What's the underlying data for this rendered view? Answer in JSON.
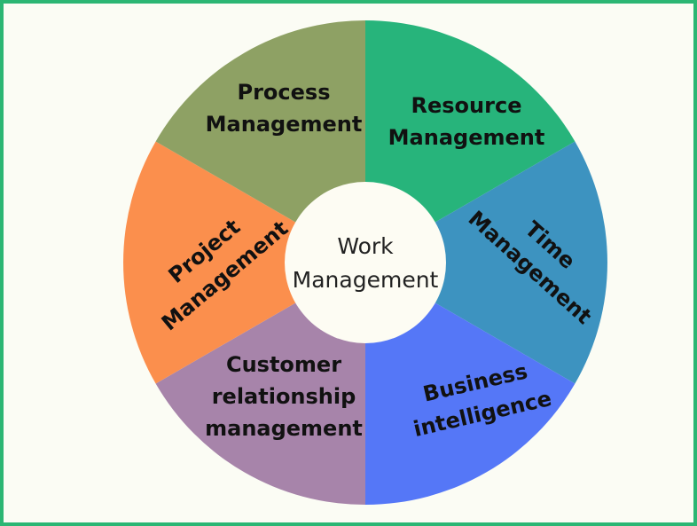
{
  "center": {
    "lines": [
      "Work",
      "Management"
    ],
    "fill": "#fdfcf3"
  },
  "frame": {
    "border_color": "#2bb673",
    "background": "#fbfcf4"
  },
  "segments": [
    {
      "name": "resource-management",
      "lines": [
        "Resource",
        "Management"
      ],
      "color": "#27b47b"
    },
    {
      "name": "time-management",
      "lines": [
        "Time",
        "Management"
      ],
      "color": "#3d93c0"
    },
    {
      "name": "business-intelligence",
      "lines": [
        "Business",
        "intelligence"
      ],
      "color": "#5577f7"
    },
    {
      "name": "customer-relationship-management",
      "lines": [
        "Customer",
        "relationship",
        "management"
      ],
      "color": "#a784aa"
    },
    {
      "name": "project-management",
      "lines": [
        "Project",
        "Management"
      ],
      "color": "#fb8f4d"
    },
    {
      "name": "process-management",
      "lines": [
        "Process",
        "Management"
      ],
      "color": "#8ea164"
    }
  ]
}
